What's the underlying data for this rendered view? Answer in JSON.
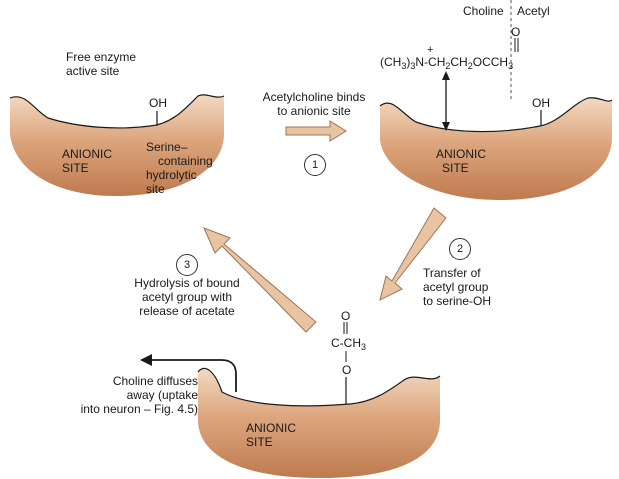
{
  "colors": {
    "basin_light": "#f3d9c2",
    "basin_mid": "#dca57d",
    "basin_dark": "#bf7a4f",
    "arrow_fill": "#e9c4a3",
    "arrow_stroke": "#9b7656",
    "line": "#1a1a1a"
  },
  "panel_free": {
    "caption_line1": "Free enzyme",
    "caption_line2": "active site",
    "oh": "OH",
    "anionic_line1": "ANIONIC",
    "anionic_line2": "SITE",
    "serine_line1": "Serine–",
    "serine_line2": "containing",
    "serine_line3": "hydrolytic",
    "serine_line4": "site"
  },
  "step1": {
    "number": "1",
    "text_line1": "Acetylcholine binds",
    "text_line2": "to anionic site"
  },
  "panel_bound": {
    "choline": "Choline",
    "acetyl": "Acetyl",
    "plus": "+",
    "carbonyl_o": "O",
    "formula_a": "(CH",
    "formula_b": "3",
    "formula_c": ")",
    "formula_d": "3",
    "formula_e": "N-CH",
    "formula_f": "2",
    "formula_g": "CH",
    "formula_h": "2",
    "formula_i": "OCCH",
    "formula_j": "3",
    "oh": "OH",
    "anionic_line1": "ANIONIC",
    "anionic_line2": "SITE"
  },
  "step2": {
    "number": "2",
    "text_line1": "Transfer of",
    "text_line2": "acetyl group",
    "text_line3": "to serine-OH"
  },
  "step3": {
    "number": "3",
    "text_line1": "Hydrolysis of bound",
    "text_line2": "acetyl group with",
    "text_line3": "release of acetate"
  },
  "panel_acetylated": {
    "carbonyl_o": "O",
    "c_ch3_a": "C-CH",
    "c_ch3_b": "3",
    "ester_o": "O",
    "anionic_line1": "ANIONIC",
    "anionic_line2": "SITE",
    "choline_line1": "Choline diffuses",
    "choline_line2": "away (uptake",
    "choline_line3": "into neuron – Fig. 4.5)"
  }
}
